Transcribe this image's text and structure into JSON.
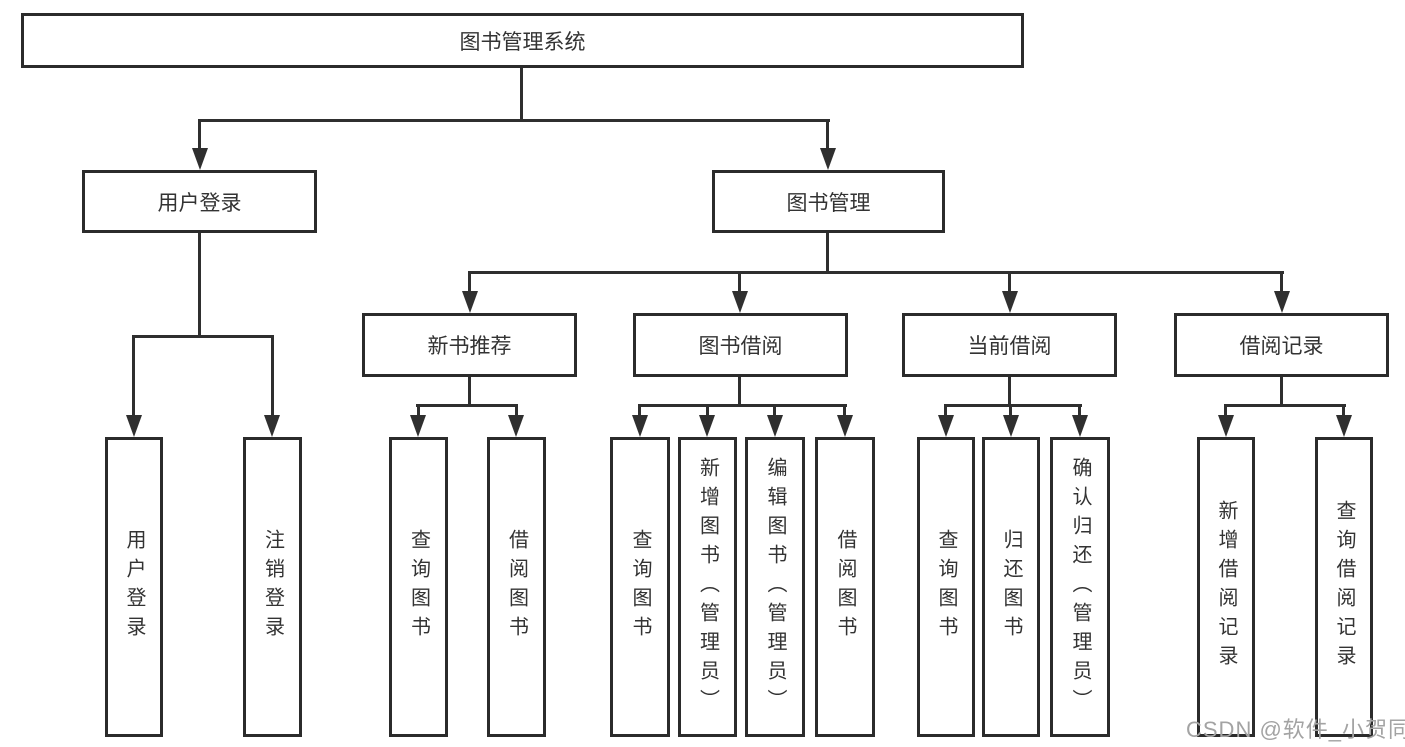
{
  "diagram_title": "图书管理系统",
  "tree": {
    "root": {
      "label": "图书管理系统"
    },
    "children": [
      {
        "label": "用户登录",
        "children": [
          {
            "label": "用户登录"
          },
          {
            "label": "注销登录"
          }
        ]
      },
      {
        "label": "图书管理",
        "children": [
          {
            "label": "新书推荐",
            "children": [
              {
                "label": "查询图书"
              },
              {
                "label": "借阅图书"
              }
            ]
          },
          {
            "label": "图书借阅",
            "children": [
              {
                "label": "查询图书"
              },
              {
                "label": "新增图书（管理员）"
              },
              {
                "label": "编辑图书（管理员）"
              },
              {
                "label": "借阅图书"
              }
            ]
          },
          {
            "label": "当前借阅",
            "children": [
              {
                "label": "查询图书"
              },
              {
                "label": "归还图书"
              },
              {
                "label": "确认归还（管理员）"
              }
            ]
          },
          {
            "label": "借阅记录",
            "children": [
              {
                "label": "新增借阅记录"
              },
              {
                "label": "查询借阅记录"
              }
            ]
          }
        ]
      }
    ]
  },
  "watermark": {
    "text": "CSDN @软件_小贺同学"
  },
  "colors": {
    "line": "#2f2f2f",
    "border": "#2b2b2b",
    "text": "#333333",
    "watermark": "#a3a3a3",
    "background": "#ffffff"
  }
}
